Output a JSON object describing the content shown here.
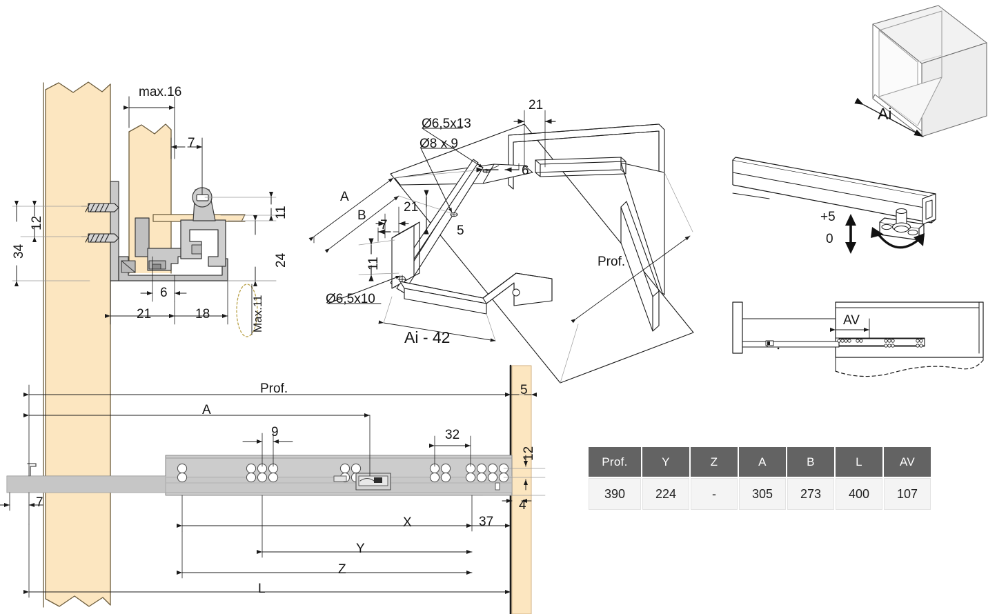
{
  "drawing": {
    "title": "Drawer slide technical drawing",
    "views": {
      "section": {
        "name": "mounting-cross-section",
        "labels": {
          "max16": "max.16",
          "d7": "7",
          "d11": "11",
          "d24": "24",
          "d12": "12",
          "d34": "34",
          "d6": "6",
          "d21": "21",
          "d18": "18",
          "max11": "Max.11"
        }
      },
      "isometric": {
        "name": "drawer-box-isometric",
        "labels": {
          "hole_6513": "Ø6,5x13",
          "hole_8x9": "Ø8 x 9",
          "hole_6510": "Ø6,5x10",
          "d21_top": "21",
          "d6": "6",
          "d5": "5",
          "d21_left": "21",
          "d7": "7",
          "d11": "11",
          "dA": "A",
          "dB": "B",
          "prof": "Prof.",
          "ai42": "Ai - 42"
        }
      },
      "cabinet": {
        "name": "cabinet-isometric",
        "labels": {
          "ai": "Ai"
        }
      },
      "adjuster": {
        "name": "height-adjuster-detail",
        "labels": {
          "plus5": "+5",
          "zero": "0"
        }
      },
      "extension": {
        "name": "extension-side-view",
        "labels": {
          "av": "AV"
        }
      },
      "plan": {
        "name": "slide-plan-view",
        "labels": {
          "prof": "Prof.",
          "dA": "A",
          "d9": "9",
          "d32": "32",
          "d5": "5",
          "d12": "12",
          "d4": "4",
          "d7": "7",
          "d37": "37",
          "dX": "X",
          "dY": "Y",
          "dZ": "Z",
          "dL": "L"
        }
      }
    }
  },
  "spec_table": {
    "name": "dimension-table",
    "headers": [
      "Prof.",
      "Y",
      "Z",
      "A",
      "B",
      "L",
      "AV"
    ],
    "rows": [
      [
        "390",
        "224",
        "-",
        "305",
        "273",
        "400",
        "107"
      ]
    ]
  },
  "colors": {
    "wood": "#fce6c0",
    "wood_edge": "#d9b98a",
    "metal_light": "#d6d6d6",
    "metal_mid": "#bdbdbd",
    "metal_dark": "#9a9a9a",
    "line": "#1a1a1a",
    "table_header_bg": "#636363",
    "table_header_fg": "#ffffff",
    "table_cell_bg": "#f4f4f4",
    "olive_dash": "#b9a24a"
  }
}
